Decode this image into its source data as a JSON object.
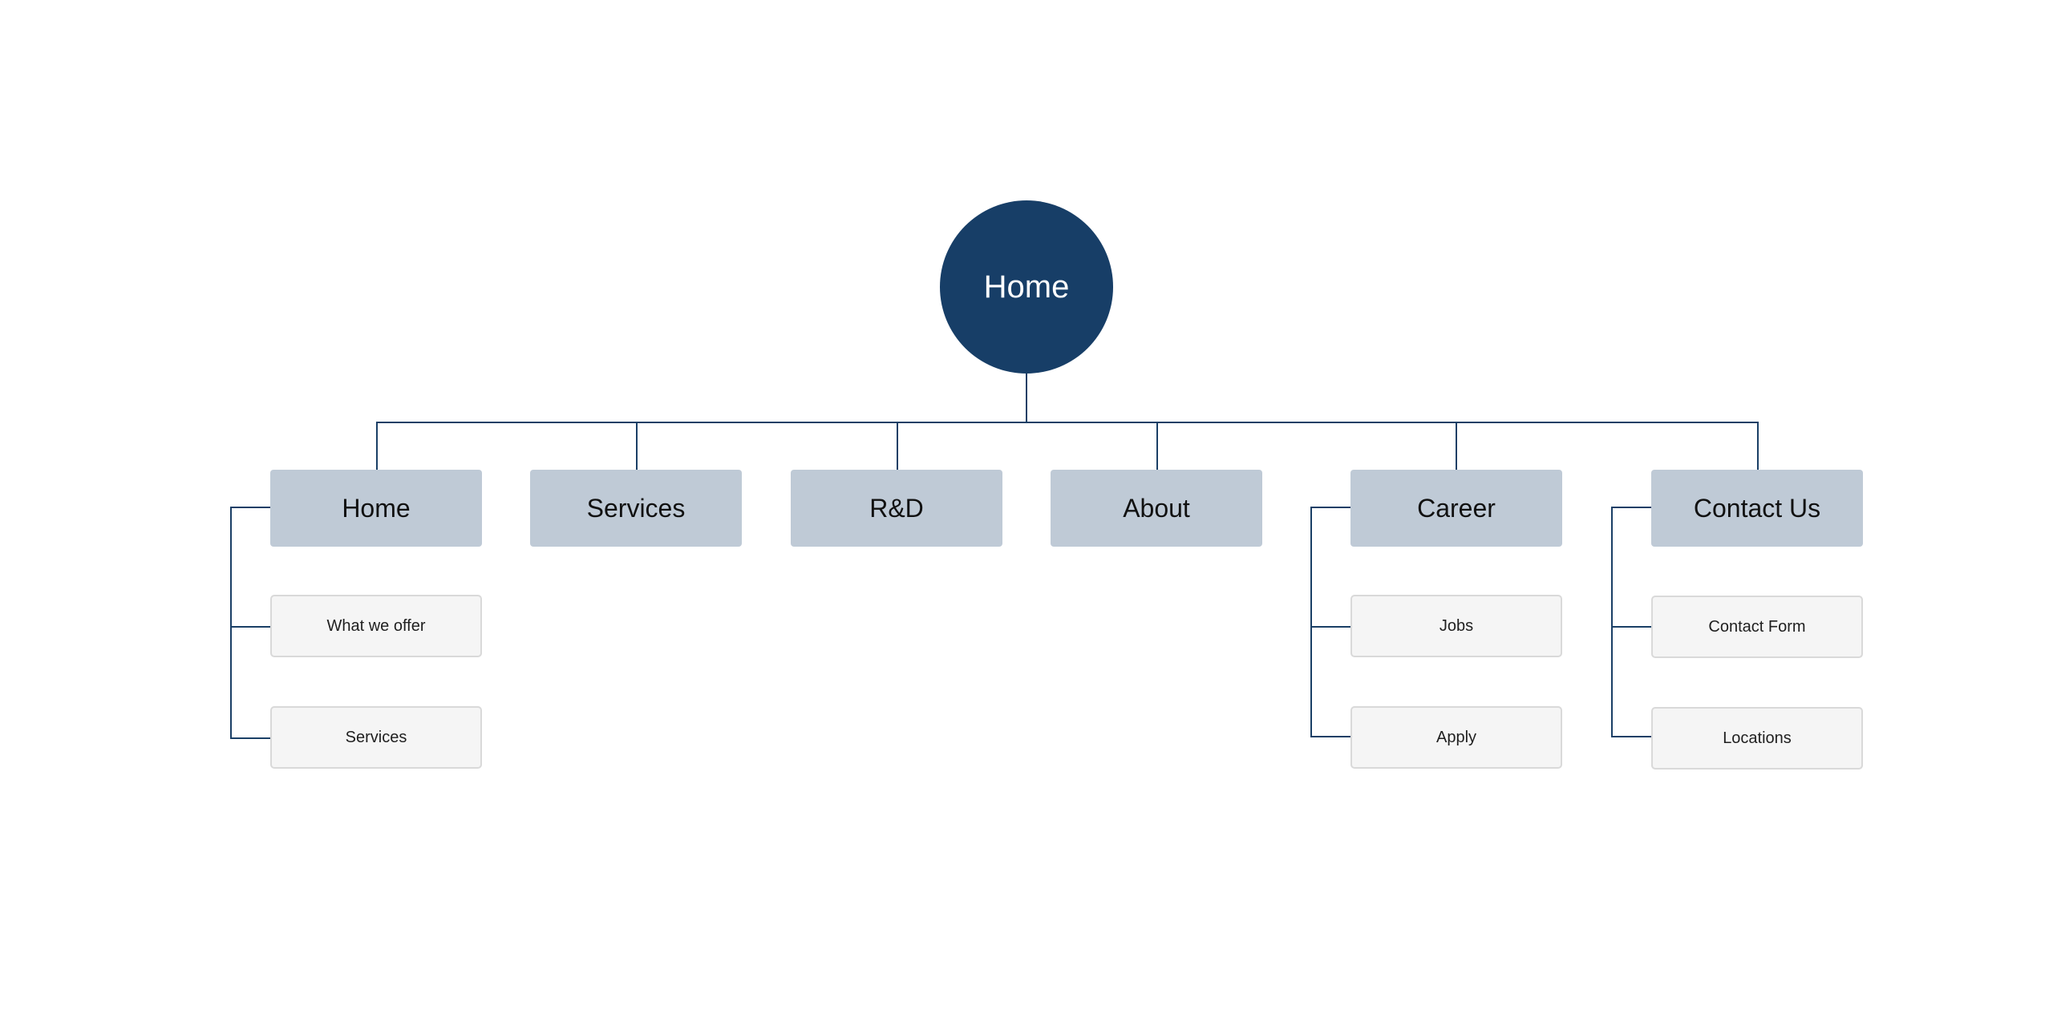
{
  "root": {
    "label": "Home"
  },
  "sections": [
    {
      "label": "Home",
      "pages": [
        "What we offer",
        "Services"
      ]
    },
    {
      "label": "Services",
      "pages": []
    },
    {
      "label": "R&D",
      "pages": []
    },
    {
      "label": "About",
      "pages": []
    },
    {
      "label": "Career",
      "pages": [
        "Jobs",
        "Apply"
      ]
    },
    {
      "label": "Contact Us",
      "pages": [
        "Contact Form",
        "Locations"
      ]
    }
  ],
  "colors": {
    "root_fill": "#173e67",
    "section_fill": "#bfcad6",
    "page_fill": "#f5f5f5",
    "connector": "#1a3f66"
  }
}
